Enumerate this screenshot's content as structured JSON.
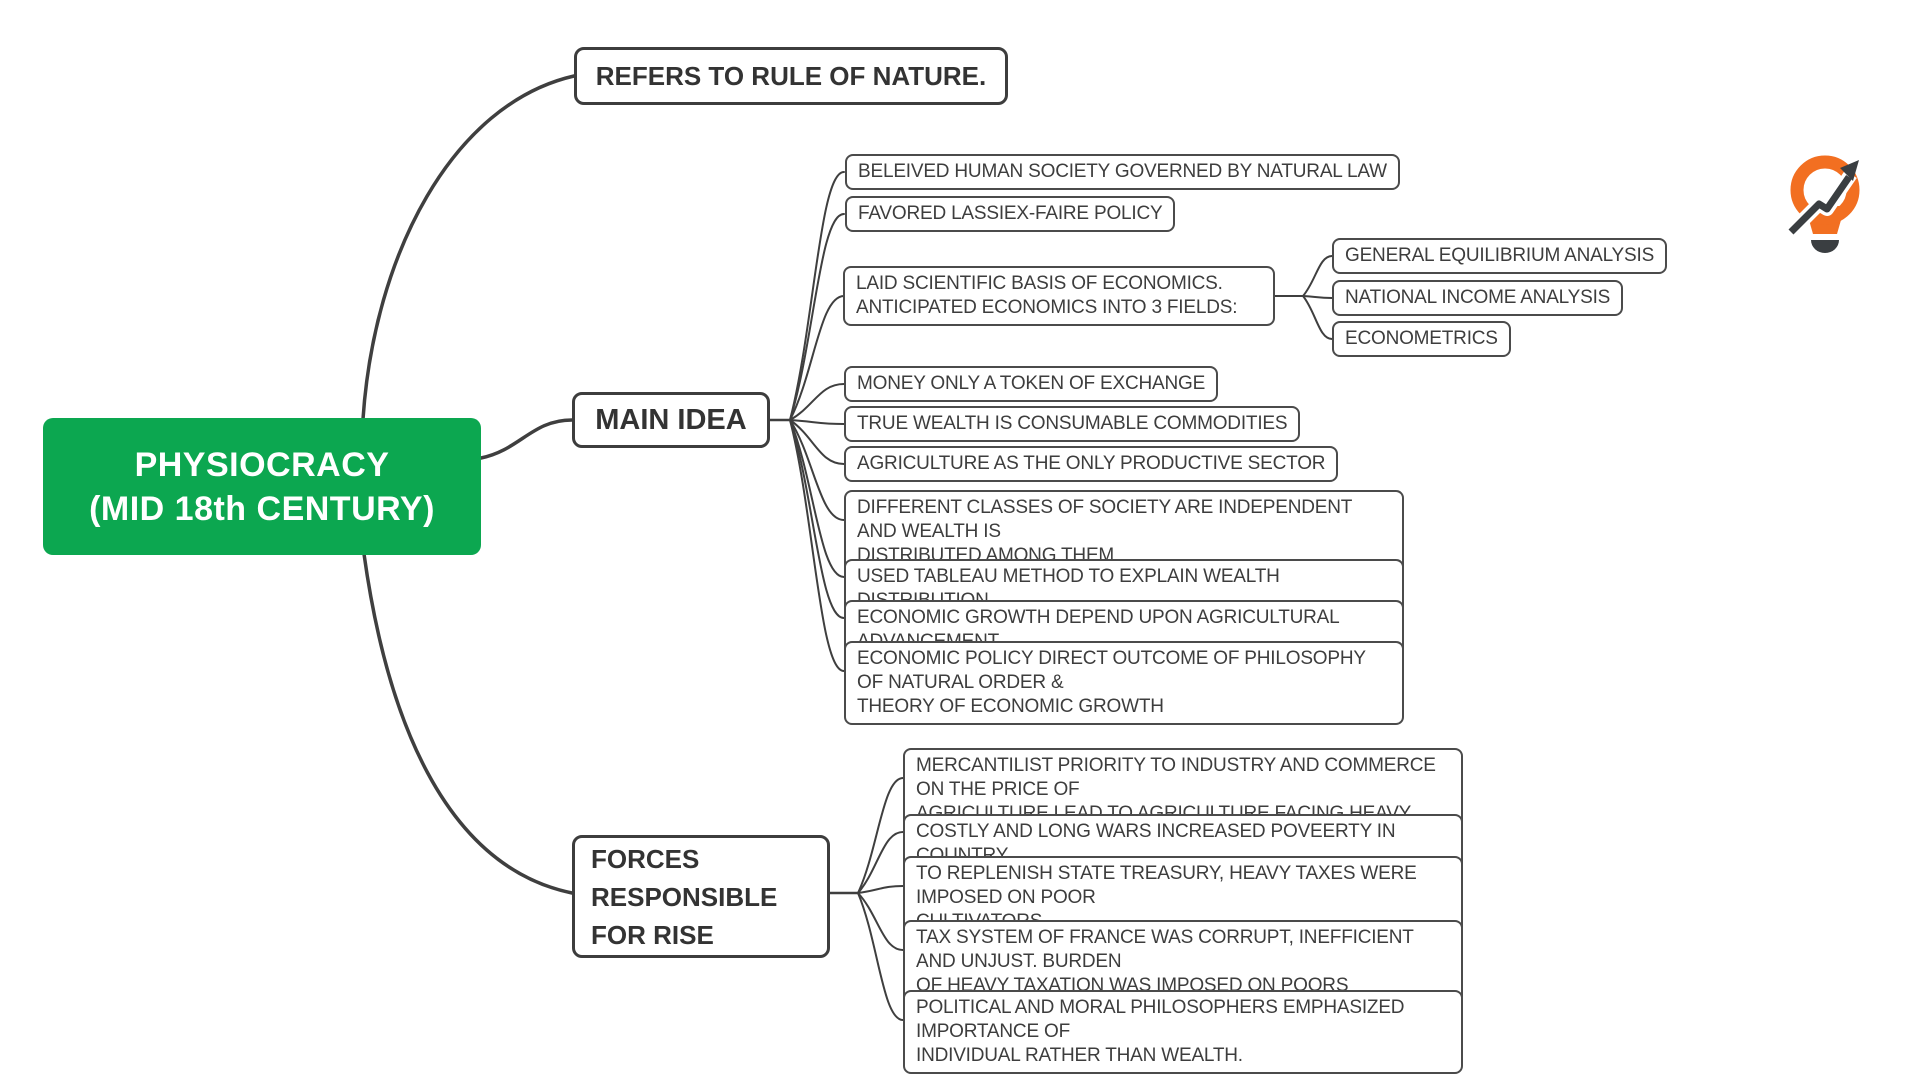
{
  "title": "PHYSIOCRACY (MID 18th CENTURY)",
  "colors": {
    "root_green": "#0ca750",
    "branch_line": "#3f3f3f",
    "border_dark": "#3d3d3d",
    "logo_orange": "#f26f21",
    "logo_dark": "#3a3e41"
  },
  "root": {
    "line1": "PHYSIOCRACY",
    "line2": "(MID 18th CENTURY)"
  },
  "branches": {
    "refers": {
      "label": "REFERS TO RULE OF NATURE."
    },
    "main_idea": {
      "label": "MAIN IDEA",
      "children": [
        {
          "label": "BELEIVED HUMAN SOCIETY GOVERNED BY NATURAL LAW"
        },
        {
          "label": "FAVORED LASSIEX-FAIRE POLICY"
        },
        {
          "label": "LAID SCIENTIFIC BASIS OF ECONOMICS.\nANTICIPATED ECONOMICS INTO 3 FIELDS:",
          "children": [
            {
              "label": "GENERAL EQUILIBRIUM ANALYSIS"
            },
            {
              "label": "NATIONAL INCOME ANALYSIS"
            },
            {
              "label": "ECONOMETRICS"
            }
          ]
        },
        {
          "label": "MONEY ONLY A TOKEN OF EXCHANGE"
        },
        {
          "label": "TRUE WEALTH IS CONSUMABLE COMMODITIES"
        },
        {
          "label": "AGRICULTURE AS THE ONLY PRODUCTIVE SECTOR"
        },
        {
          "label": "DIFFERENT CLASSES OF SOCIETY ARE INDEPENDENT AND WEALTH IS\nDISTRIBUTED AMONG THEM"
        },
        {
          "label": "USED TABLEAU METHOD TO EXPLAIN WEALTH DISTRIBUTION"
        },
        {
          "label": "ECONOMIC GROWTH DEPEND UPON AGRICULTURAL ADVANCEMENT"
        },
        {
          "label": "ECONOMIC POLICY DIRECT OUTCOME OF PHILOSOPHY OF NATURAL ORDER &\nTHEORY OF ECONOMIC GROWTH"
        }
      ]
    },
    "forces": {
      "label": "FORCES RESPONSIBLE FOR RISE",
      "children": [
        {
          "label": "MERCANTILIST PRIORITY TO INDUSTRY AND COMMERCE ON THE PRICE OF\nAGRICULTURE LEAD TO AGRICULTURE FACING HEAVY TAX BURDEN"
        },
        {
          "label": "COSTLY AND LONG WARS INCREASED POVEERTY IN COUNTRY."
        },
        {
          "label": "TO REPLENISH STATE TREASURY, HEAVY TAXES WERE IMPOSED ON POOR\nCULTIVATORS ."
        },
        {
          "label": "TAX SYSTEM OF FRANCE WAS CORRUPT, INEFFICIENT AND UNJUST. BURDEN\nOF HEAVY TAXATION WAS IMPOSED ON POORS"
        },
        {
          "label": "POLITICAL AND MORAL PHILOSOPHERS EMPHASIZED IMPORTANCE OF\nINDIVIDUAL RATHER THAN WEALTH."
        }
      ]
    }
  },
  "logo": {
    "name": "growth-lightbulb-logo"
  }
}
